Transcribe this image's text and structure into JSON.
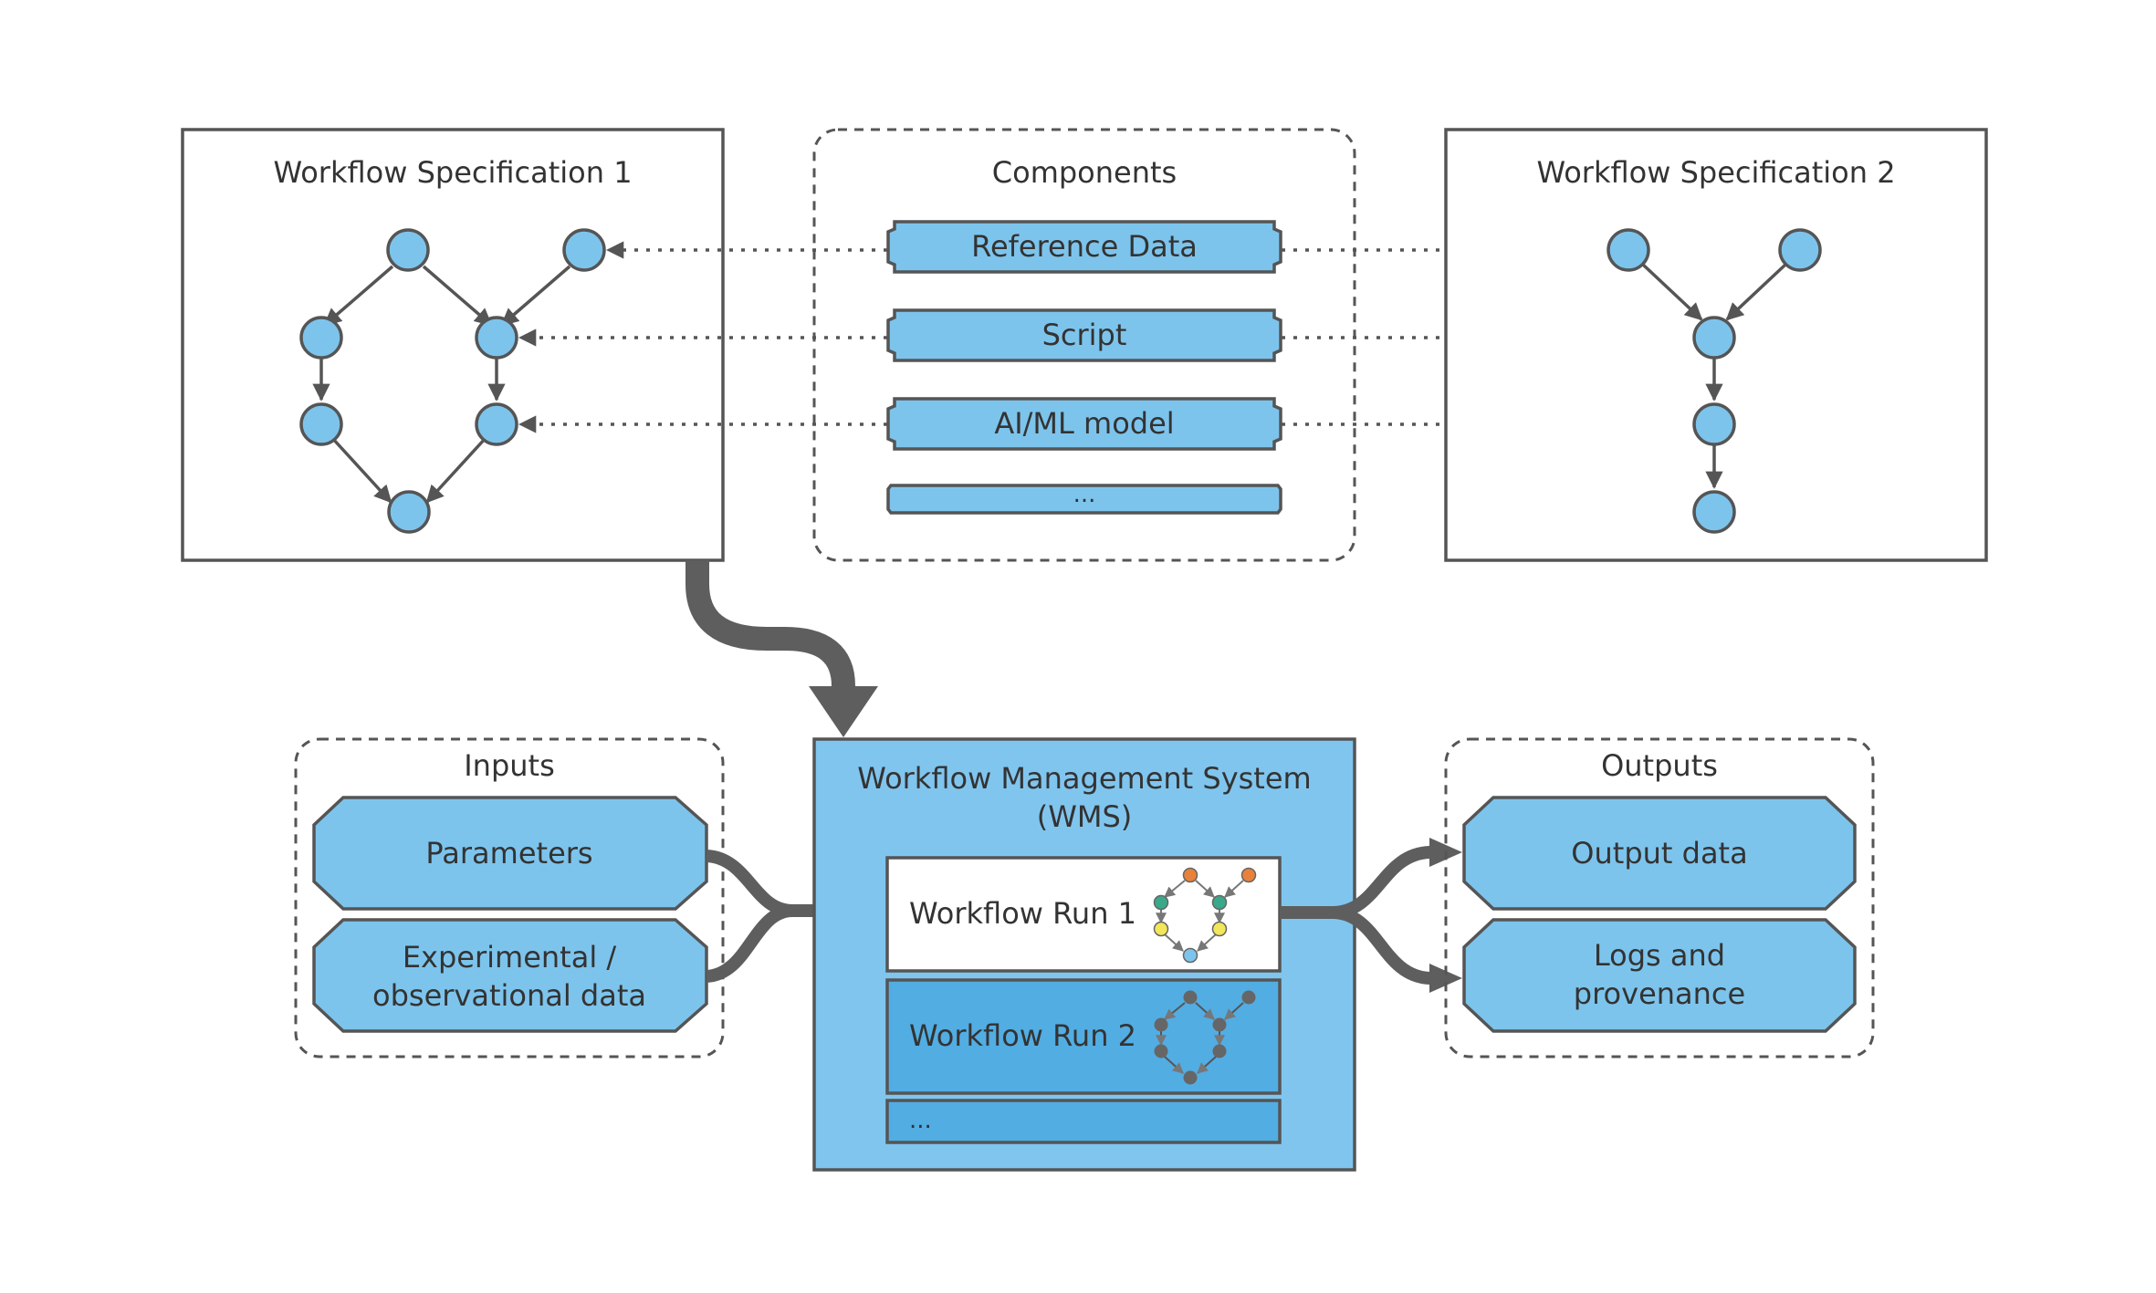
{
  "spec1": {
    "title": "Workflow Specification 1"
  },
  "spec2": {
    "title": "Workflow Specification 2"
  },
  "components": {
    "title": "Components",
    "items": [
      "Reference Data",
      "Script",
      "AI/ML model",
      "..."
    ]
  },
  "inputs": {
    "title": "Inputs",
    "items": [
      {
        "line1": "Parameters",
        "line2": ""
      },
      {
        "line1": "Experimental /",
        "line2": "observational data"
      }
    ]
  },
  "wms": {
    "title_line1": "Workflow Management System",
    "title_line2": "(WMS)",
    "runs": [
      "Workflow Run 1",
      "Workflow Run 2",
      "..."
    ]
  },
  "outputs": {
    "title": "Outputs",
    "items": [
      {
        "line1": "Output data",
        "line2": ""
      },
      {
        "line1": "Logs and",
        "line2": "provenance"
      }
    ]
  },
  "colors": {
    "node_fill": "#7dc4ec",
    "wms_fill": "#80c5ee",
    "run_active_fill": "#ffffff",
    "run_inactive_fill": "#52ade3",
    "stroke": "#555555",
    "run1_node_orange": "#e8823a",
    "run1_node_green": "#3aa88a",
    "run1_node_yellow": "#f2e65a",
    "run1_node_blue": "#7dc4ec"
  }
}
